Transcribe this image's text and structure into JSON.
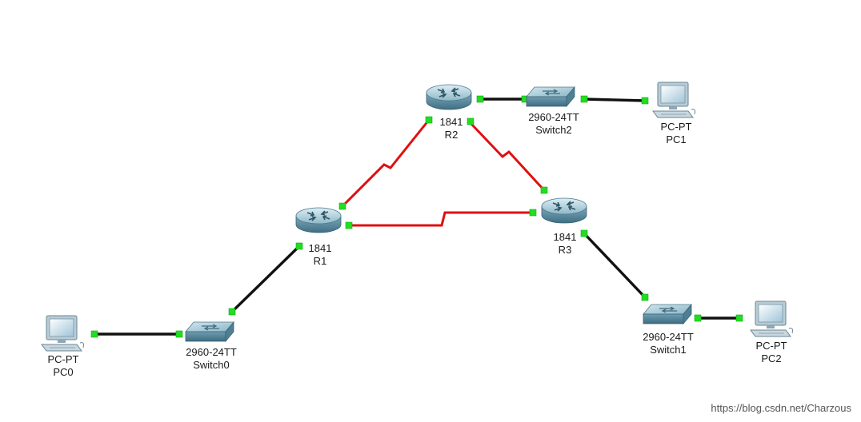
{
  "colors": {
    "serial_link": "#e01010",
    "ethernet_link": "#111111",
    "port_up": "#22dd22"
  },
  "devices": {
    "r1": {
      "icon": "router-icon",
      "model": "1841",
      "name": "R1"
    },
    "r2": {
      "icon": "router-icon",
      "model": "1841",
      "name": "R2"
    },
    "r3": {
      "icon": "router-icon",
      "model": "1841",
      "name": "R3"
    },
    "switch0": {
      "icon": "switch-icon",
      "model": "2960-24TT",
      "name": "Switch0"
    },
    "switch1": {
      "icon": "switch-icon",
      "model": "2960-24TT",
      "name": "Switch1"
    },
    "switch2": {
      "icon": "switch-icon",
      "model": "2960-24TT",
      "name": "Switch2"
    },
    "pc0": {
      "icon": "pc-icon",
      "model": "PC-PT",
      "name": "PC0"
    },
    "pc1": {
      "icon": "pc-icon",
      "model": "PC-PT",
      "name": "PC1"
    },
    "pc2": {
      "icon": "pc-icon",
      "model": "PC-PT",
      "name": "PC2"
    }
  },
  "links": [
    {
      "from": "R1",
      "to": "R2",
      "type": "serial"
    },
    {
      "from": "R1",
      "to": "R3",
      "type": "serial"
    },
    {
      "from": "R2",
      "to": "R3",
      "type": "serial"
    },
    {
      "from": "R2",
      "to": "Switch2",
      "type": "ethernet"
    },
    {
      "from": "Switch2",
      "to": "PC1",
      "type": "ethernet"
    },
    {
      "from": "R1",
      "to": "Switch0",
      "type": "ethernet"
    },
    {
      "from": "Switch0",
      "to": "PC0",
      "type": "ethernet"
    },
    {
      "from": "R3",
      "to": "Switch1",
      "type": "ethernet"
    },
    {
      "from": "Switch1",
      "to": "PC2",
      "type": "ethernet"
    }
  ],
  "watermark": "https://blog.csdn.net/Charzous"
}
